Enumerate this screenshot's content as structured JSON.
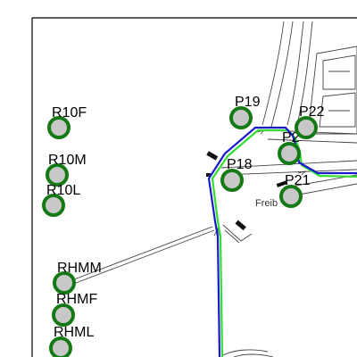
{
  "map": {
    "colors": {
      "background": "#ffffff",
      "frame": "#000000",
      "street": "#444444",
      "route_blue": "#1a1acc",
      "route_green": "#33dd33",
      "point_fill": "#c8c8c8",
      "point_ring": "#157a15"
    },
    "points": [
      {
        "id": "R10F",
        "label": "R10F"
      },
      {
        "id": "R10M",
        "label": "R10M"
      },
      {
        "id": "R10L",
        "label": "R10L"
      },
      {
        "id": "RHMM",
        "label": "RHMM"
      },
      {
        "id": "RHMF",
        "label": "RHMF"
      },
      {
        "id": "RHML",
        "label": "RHML"
      },
      {
        "id": "P19",
        "label": "P19"
      },
      {
        "id": "P18",
        "label": "P18"
      },
      {
        "id": "P22",
        "label": "P22"
      },
      {
        "id": "P20",
        "label": "P2"
      },
      {
        "id": "P21",
        "label": "P21"
      }
    ],
    "place_label": "Freib"
  }
}
